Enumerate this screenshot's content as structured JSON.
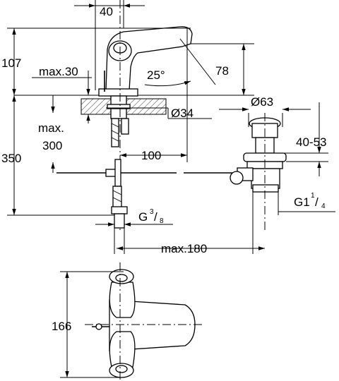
{
  "dimensions": {
    "top_width": "40",
    "height_107": "107",
    "max30": "max.30",
    "angle": "25°",
    "dim78": "78",
    "dia34": "Ø34",
    "max_label": "max.",
    "max300": "300",
    "dim350": "350",
    "dim100": "100",
    "dia63": "Ø63",
    "range4053": "40-53",
    "g1_base": "G1",
    "g1_num": "1",
    "g1_den": "4",
    "g38_base": "G",
    "g38_num": "3",
    "g38_den": "8",
    "max180": "max.180",
    "dim166": "166"
  }
}
